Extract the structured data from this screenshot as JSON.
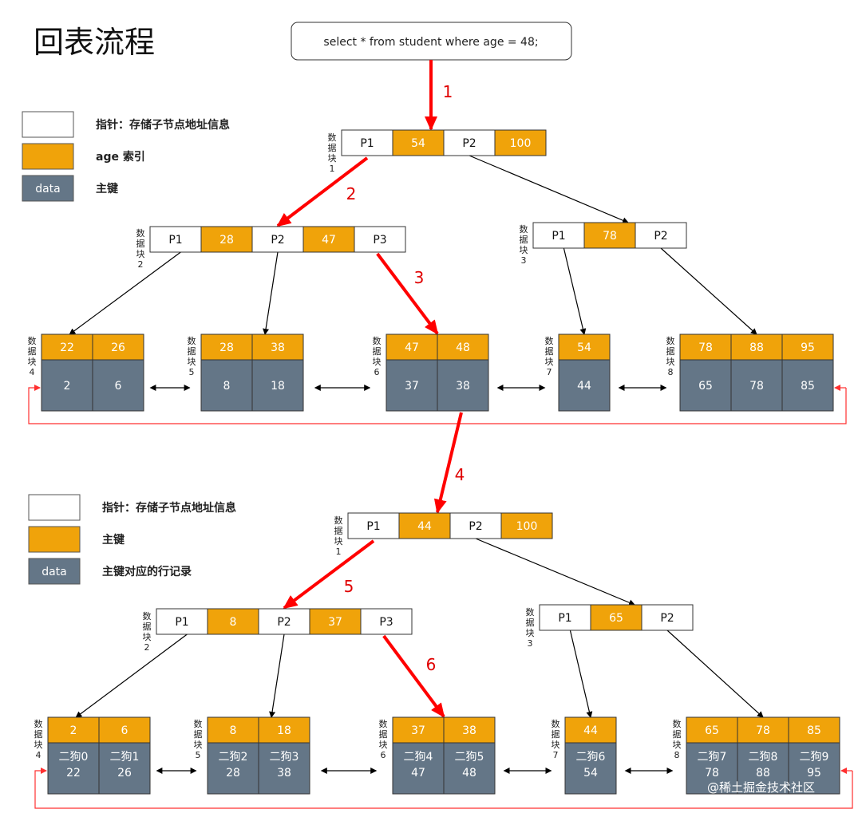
{
  "title": "回表流程",
  "query": "select * from student where age = 48;",
  "watermark": "@稀土掘金技术社区",
  "colors": {
    "pointer_cell": "#ffffff",
    "key_cell": "#f0a30a",
    "data_cell": "#647687",
    "highlight_arrow": "#ff0000",
    "border": "#333333"
  },
  "legend_top": [
    {
      "type": "pointer",
      "label": "指针：存储子节点地址信息"
    },
    {
      "type": "key",
      "label": "age 索引"
    },
    {
      "type": "data",
      "cell_text": "data",
      "label": "主键"
    }
  ],
  "legend_bottom": [
    {
      "type": "pointer",
      "label": "指针：存储子节点地址信息"
    },
    {
      "type": "key",
      "label": "主键"
    },
    {
      "type": "data",
      "cell_text": "data",
      "label": "主键对应的行记录"
    }
  ],
  "block_label_chars": [
    "数",
    "据",
    "块"
  ],
  "trees": [
    {
      "name": "secondary-index-age",
      "root": {
        "block": "1",
        "cells": [
          [
            "P1",
            "p"
          ],
          [
            "54",
            "k"
          ],
          [
            "P2",
            "p"
          ],
          [
            "100",
            "k"
          ]
        ]
      },
      "internal": [
        {
          "block": "2",
          "cells": [
            [
              "P1",
              "p"
            ],
            [
              "28",
              "k"
            ],
            [
              "P2",
              "p"
            ],
            [
              "47",
              "k"
            ],
            [
              "P3",
              "p"
            ]
          ]
        },
        {
          "block": "3",
          "cells": [
            [
              "P1",
              "p"
            ],
            [
              "78",
              "k"
            ],
            [
              "P2",
              "p"
            ]
          ]
        }
      ],
      "leaves": [
        {
          "block": "4",
          "keys": [
            "22",
            "26"
          ],
          "data": [
            [
              "2"
            ],
            [
              "6"
            ]
          ]
        },
        {
          "block": "5",
          "keys": [
            "28",
            "38"
          ],
          "data": [
            [
              "8"
            ],
            [
              "18"
            ]
          ]
        },
        {
          "block": "6",
          "keys": [
            "47",
            "48"
          ],
          "data": [
            [
              "37"
            ],
            [
              "38"
            ]
          ]
        },
        {
          "block": "7",
          "keys": [
            "54"
          ],
          "data": [
            [
              "44"
            ]
          ]
        },
        {
          "block": "8",
          "keys": [
            "78",
            "88",
            "95"
          ],
          "data": [
            [
              "65"
            ],
            [
              "78"
            ],
            [
              "85"
            ]
          ]
        }
      ]
    },
    {
      "name": "clustered-index-primary",
      "root": {
        "block": "1",
        "cells": [
          [
            "P1",
            "p"
          ],
          [
            "44",
            "k"
          ],
          [
            "P2",
            "p"
          ],
          [
            "100",
            "k"
          ]
        ]
      },
      "internal": [
        {
          "block": "2",
          "cells": [
            [
              "P1",
              "p"
            ],
            [
              "8",
              "k"
            ],
            [
              "P2",
              "p"
            ],
            [
              "37",
              "k"
            ],
            [
              "P3",
              "p"
            ]
          ]
        },
        {
          "block": "3",
          "cells": [
            [
              "P1",
              "p"
            ],
            [
              "65",
              "k"
            ],
            [
              "P2",
              "p"
            ]
          ]
        }
      ],
      "leaves": [
        {
          "block": "4",
          "keys": [
            "2",
            "6"
          ],
          "data": [
            [
              "二狗0",
              "22"
            ],
            [
              "二狗1",
              "26"
            ]
          ]
        },
        {
          "block": "5",
          "keys": [
            "8",
            "18"
          ],
          "data": [
            [
              "二狗2",
              "28"
            ],
            [
              "二狗3",
              "38"
            ]
          ]
        },
        {
          "block": "6",
          "keys": [
            "37",
            "38"
          ],
          "data": [
            [
              "二狗4",
              "47"
            ],
            [
              "二狗5",
              "48"
            ]
          ]
        },
        {
          "block": "7",
          "keys": [
            "44"
          ],
          "data": [
            [
              "二狗6",
              "54"
            ]
          ]
        },
        {
          "block": "8",
          "keys": [
            "65",
            "78",
            "85"
          ],
          "data": [
            [
              "二狗7",
              "78"
            ],
            [
              "二狗8",
              "88"
            ],
            [
              "二狗9",
              "95"
            ]
          ]
        }
      ]
    }
  ],
  "steps": [
    "1",
    "2",
    "3",
    "4",
    "5",
    "6"
  ]
}
